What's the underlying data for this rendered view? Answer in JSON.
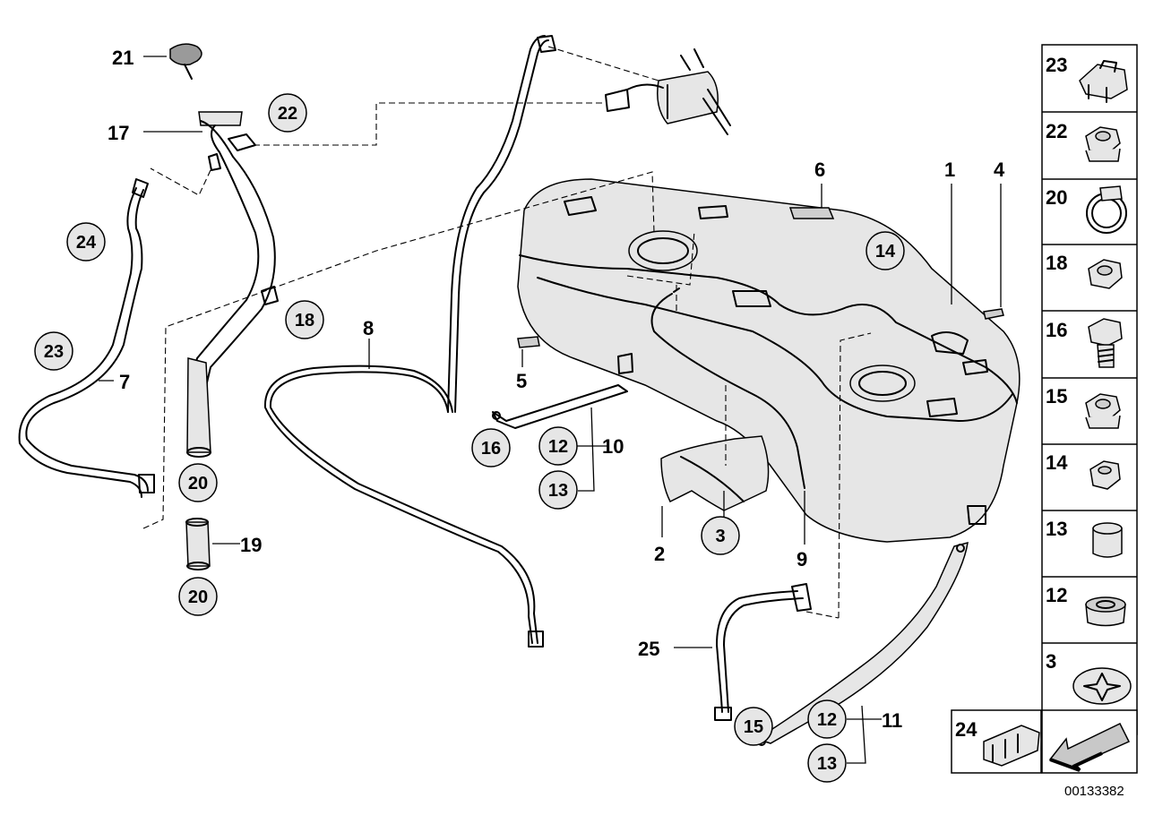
{
  "diagram": {
    "reference_number": "00133382",
    "callouts": {
      "c1": "1",
      "c2": "2",
      "c3": "3",
      "c4": "4",
      "c5": "5",
      "c6": "6",
      "c7": "7",
      "c8": "8",
      "c9": "9",
      "c10": "10",
      "c11": "11",
      "c12a": "12",
      "c12b": "12",
      "c13a": "13",
      "c13b": "13",
      "c14": "14",
      "c15": "15",
      "c16": "16",
      "c17": "17",
      "c18": "18",
      "c19": "19",
      "c20a": "20",
      "c20b": "20",
      "c21": "21",
      "c22": "22",
      "c23": "23",
      "c24": "24",
      "c25": "25"
    },
    "parts_panel": [
      "23",
      "22",
      "20",
      "18",
      "16",
      "15",
      "14",
      "13",
      "12",
      "3"
    ],
    "bottom_panel": {
      "left_number": "24"
    }
  }
}
